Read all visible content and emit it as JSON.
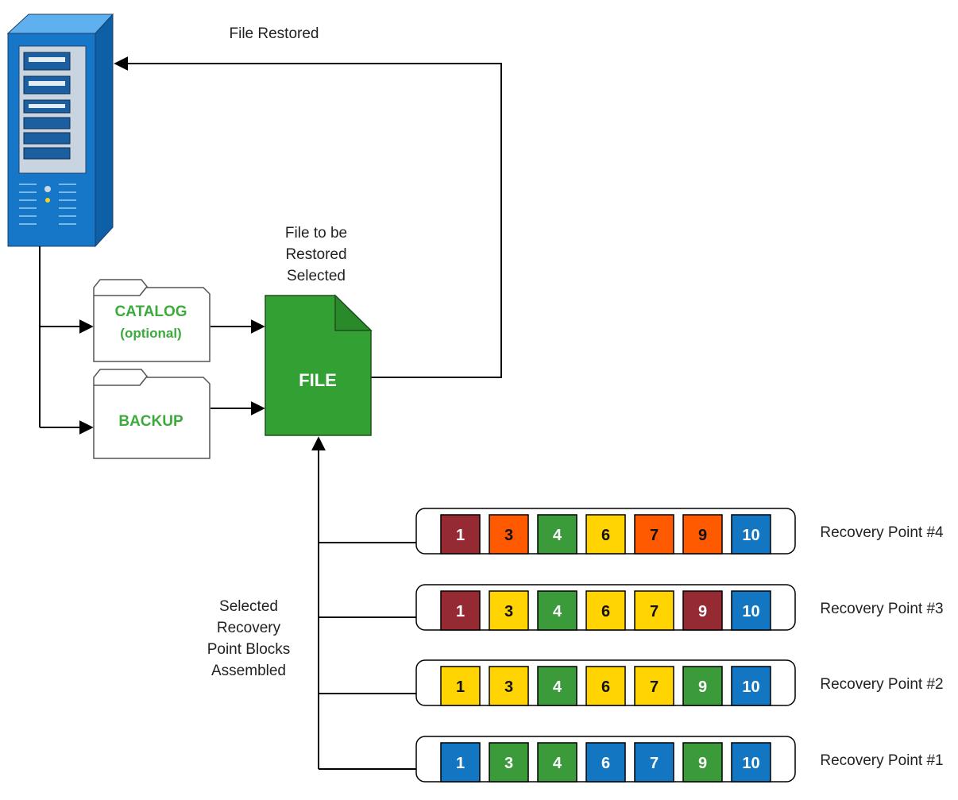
{
  "labels": {
    "file_restored": "File Restored",
    "file_selected": [
      "File to be",
      "Restored",
      "Selected"
    ],
    "assembled": [
      "Selected",
      "Recovery",
      "Point Blocks",
      "Assembled"
    ]
  },
  "folders": {
    "catalog": [
      "CATALOG",
      "(optional)"
    ],
    "backup": "BACKUP"
  },
  "file": {
    "label": "FILE"
  },
  "colors": {
    "maroon": "#962a33",
    "orange": "#ff5a00",
    "green": "#3b9b3b",
    "yellow": "#ffd400",
    "blue": "#1376c2",
    "file_green": "#33a033",
    "server_blue": "#1677c9",
    "folder_text": "#3cab3c"
  },
  "recovery_points": [
    {
      "label": "Recovery Point #4",
      "blocks": [
        {
          "n": "1",
          "color": "maroon"
        },
        {
          "n": "3",
          "color": "orange"
        },
        {
          "n": "4",
          "color": "green"
        },
        {
          "n": "6",
          "color": "yellow"
        },
        {
          "n": "7",
          "color": "orange"
        },
        {
          "n": "9",
          "color": "orange"
        },
        {
          "n": "10",
          "color": "blue"
        }
      ]
    },
    {
      "label": "Recovery Point #3",
      "blocks": [
        {
          "n": "1",
          "color": "maroon"
        },
        {
          "n": "3",
          "color": "yellow"
        },
        {
          "n": "4",
          "color": "green"
        },
        {
          "n": "6",
          "color": "yellow"
        },
        {
          "n": "7",
          "color": "yellow"
        },
        {
          "n": "9",
          "color": "maroon"
        },
        {
          "n": "10",
          "color": "blue"
        }
      ]
    },
    {
      "label": "Recovery Point #2",
      "blocks": [
        {
          "n": "1",
          "color": "yellow"
        },
        {
          "n": "3",
          "color": "yellow"
        },
        {
          "n": "4",
          "color": "green"
        },
        {
          "n": "6",
          "color": "yellow"
        },
        {
          "n": "7",
          "color": "yellow"
        },
        {
          "n": "9",
          "color": "green"
        },
        {
          "n": "10",
          "color": "blue"
        }
      ]
    },
    {
      "label": "Recovery Point #1",
      "blocks": [
        {
          "n": "1",
          "color": "blue"
        },
        {
          "n": "3",
          "color": "green"
        },
        {
          "n": "4",
          "color": "green"
        },
        {
          "n": "6",
          "color": "blue"
        },
        {
          "n": "7",
          "color": "blue"
        },
        {
          "n": "9",
          "color": "green"
        },
        {
          "n": "10",
          "color": "blue"
        }
      ]
    }
  ]
}
